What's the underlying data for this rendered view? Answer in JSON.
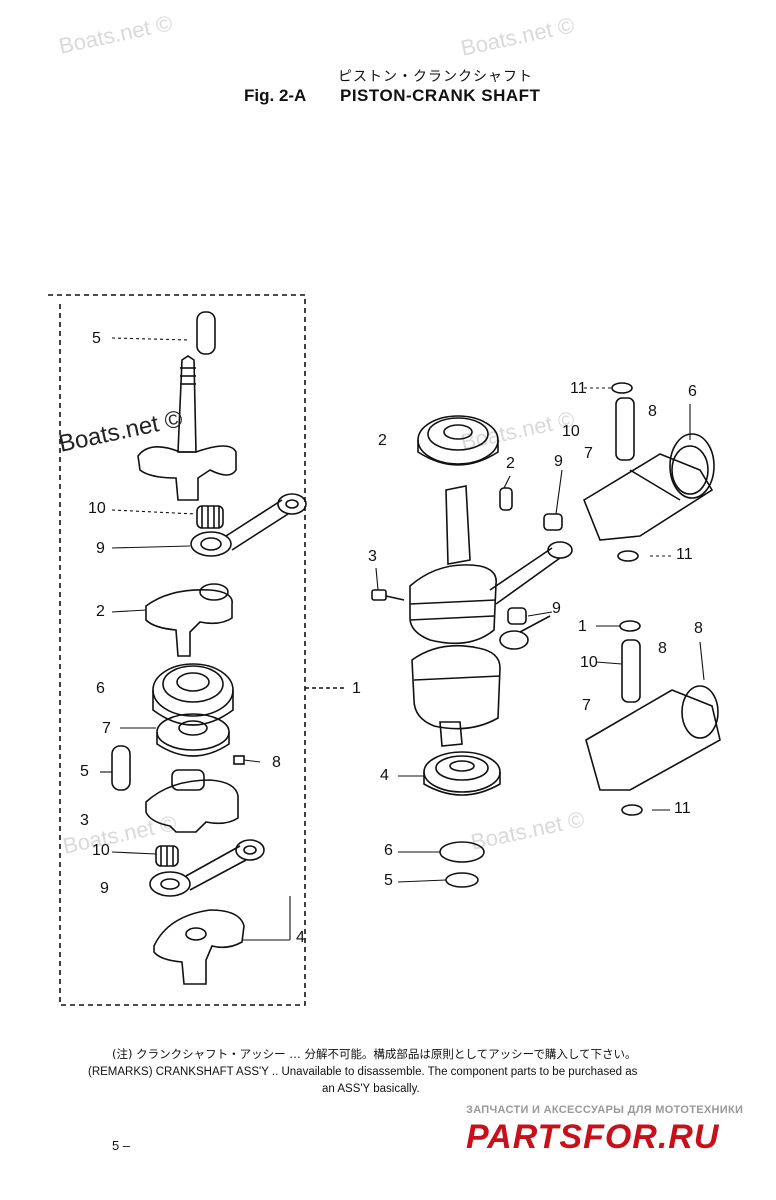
{
  "watermark": "Boats.net ©",
  "header": {
    "title_jp": "ピストン・クランクシャフト",
    "fig_no": "Fig. 2-A",
    "title": "PISTON-CRANK SHAFT"
  },
  "callouts": {
    "left": [
      "5",
      "10",
      "9",
      "2",
      "6",
      "7",
      "5",
      "3",
      "10",
      "9",
      "8",
      "1",
      "4"
    ],
    "right": [
      "1",
      "6",
      "8",
      "10",
      "7",
      "2",
      "9",
      "2",
      "3",
      "9",
      "11",
      "11",
      "8",
      "10",
      "8",
      "7",
      "4",
      "6",
      "5",
      "11"
    ]
  },
  "remarks": {
    "jp": "(注) クランクシャフト・アッシー … 分解不可能。構成部品は原則としてアッシーで購入して下さい。",
    "en_line1": "(REMARKS) CRANKSHAFT ASS'Y .. Unavailable to disassemble. The component parts to be purchased as",
    "en_line2": "an ASS'Y basically."
  },
  "page_no": "5 –",
  "shop": {
    "tagline": "ЗАПЧАСТИ И АКСЕССУАРЫ ДЛЯ МОТОТЕХНИКИ",
    "logo": "PARTSFOR.RU",
    "logo_color": "#c8101a"
  },
  "colors": {
    "ink": "#111111",
    "paper": "#ffffff",
    "watermark": "#d9d9d9"
  }
}
